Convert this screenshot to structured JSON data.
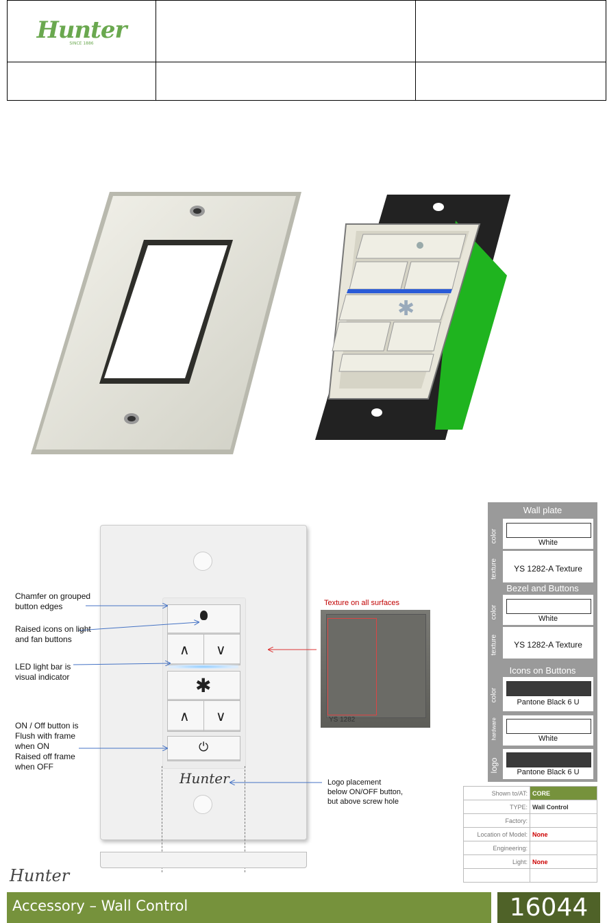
{
  "header": {
    "logo_text": "Hunter",
    "logo_tagline": "SINCE 1886"
  },
  "render3d": {
    "plate_alt": "wall-plate-render",
    "control_alt": "wall-control-render"
  },
  "annotations": {
    "chamfer": "Chamfer on grouped\nbutton edges",
    "raised_icons": "Raised icons on light\nand fan buttons",
    "led_bar": "LED light bar is\nvisual indicator",
    "onoff": "ON / Off button is\nFlush with frame\nwhen ON\nRaised off frame\nwhen OFF",
    "texture": "Texture on all surfaces",
    "logo_placement": "Logo placement\nbelow ON/OFF button,\nbut above screw hole",
    "texture_sample_text": "YS 1282"
  },
  "front_logo": "Hunter",
  "spec": {
    "wall_plate_header": "Wall plate",
    "wall_plate_color_label": "color",
    "wall_plate_color": "White",
    "wall_plate_texture_label": "texture",
    "wall_plate_texture": "YS 1282-A Texture",
    "bezel_header": "Bezel and Buttons",
    "bezel_color_label": "color",
    "bezel_color": "White",
    "bezel_texture_label": "texture",
    "bezel_texture": "YS 1282-A Texture",
    "icons_header": "Icons on Buttons",
    "icons_color_label": "color",
    "icons_color": "Pantone Black 6 U",
    "hardware_label": "hardware",
    "hardware_color": "White",
    "logo_label": "logo",
    "logo_color": "Pantone Black 6 U",
    "swatch_white": "#ffffff",
    "swatch_black": "#3a3a3a"
  },
  "info": {
    "shown_to_label": "Shown to/AT:",
    "shown_to_value": "CORE",
    "type_label": "TYPE:",
    "type_value": "Wall Control",
    "factory_label": "Factory:",
    "factory_value": "",
    "location_label": "Location of Model:",
    "location_value": "None",
    "engineering_label": "Engineering:",
    "engineering_value": "",
    "light_label": "Light:",
    "light_value": "None"
  },
  "footer": {
    "logo": "Hunter",
    "title": "Accessory – Wall Control",
    "number": "16044",
    "accent": "#76923c",
    "accent_dark": "#4f6228"
  }
}
